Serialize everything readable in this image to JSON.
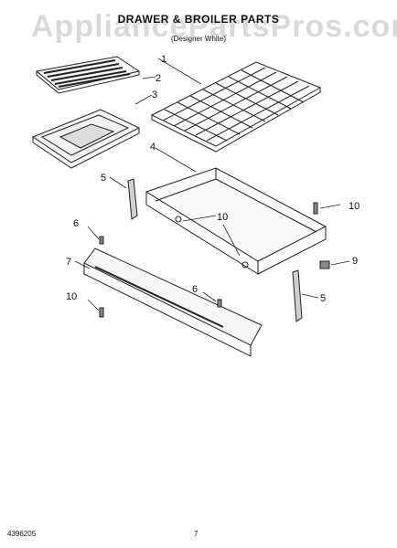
{
  "header": {
    "watermark": "AppliancePartsPros.com",
    "title": "DRAWER & BROILER PARTS",
    "model_line": "",
    "color_note": "(Designer White)"
  },
  "footer": {
    "doc_number": "4396205",
    "page_number": "7"
  },
  "callouts": [
    {
      "id": "c1",
      "label": "1"
    },
    {
      "id": "c2",
      "label": "2"
    },
    {
      "id": "c3",
      "label": "3"
    },
    {
      "id": "c4",
      "label": "4"
    },
    {
      "id": "c5a",
      "label": "5"
    },
    {
      "id": "c5b",
      "label": "5"
    },
    {
      "id": "c6a",
      "label": "6"
    },
    {
      "id": "c6b",
      "label": "6"
    },
    {
      "id": "c7",
      "label": "7"
    },
    {
      "id": "c9",
      "label": "9"
    },
    {
      "id": "c10a",
      "label": "10"
    },
    {
      "id": "c10b",
      "label": "10"
    },
    {
      "id": "c10c",
      "label": "10"
    }
  ]
}
